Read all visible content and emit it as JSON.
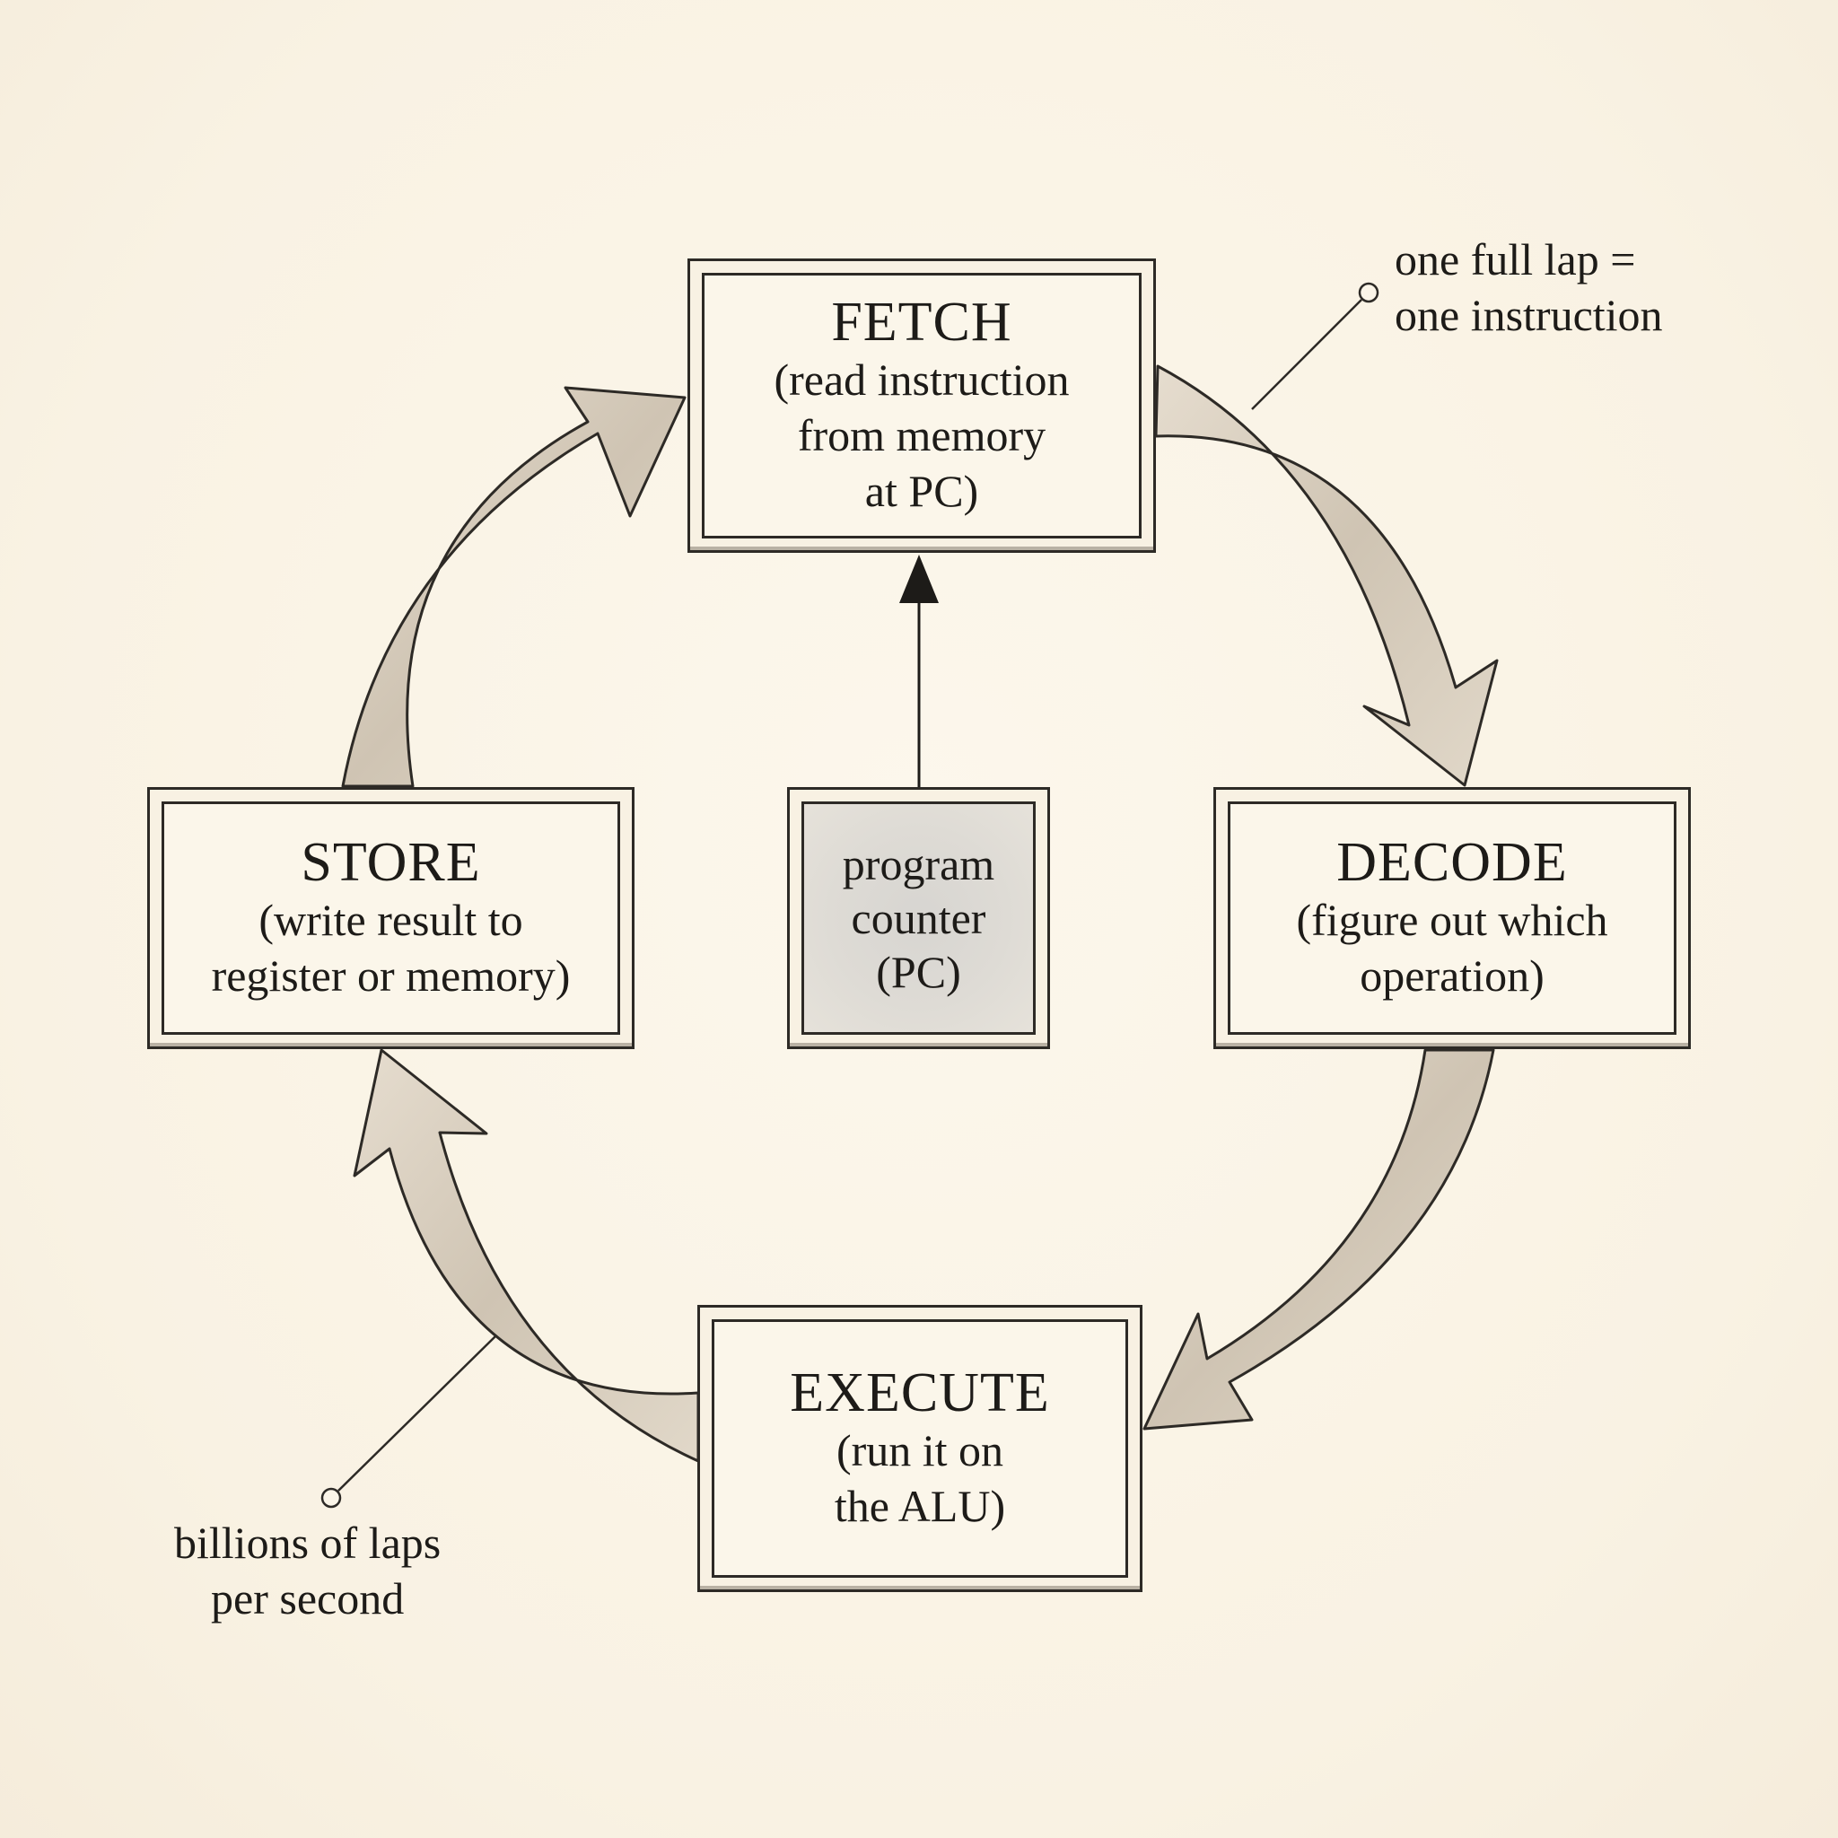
{
  "nodes": {
    "fetch": {
      "title": "FETCH",
      "lines": [
        "(read instruction",
        "from memory",
        "at PC)"
      ]
    },
    "decode": {
      "title": "DECODE",
      "lines": [
        "(figure out which",
        "operation)"
      ]
    },
    "execute": {
      "title": "EXECUTE",
      "lines": [
        "(run it on",
        "the ALU)"
      ]
    },
    "store": {
      "title": "STORE",
      "lines": [
        "(write result to",
        "register or memory)"
      ]
    },
    "pc": {
      "lines": [
        "program",
        "counter",
        "(PC)"
      ]
    }
  },
  "annotations": {
    "lap": [
      "one full lap =",
      "one instruction"
    ],
    "speed": [
      "billions of laps",
      "per second"
    ]
  },
  "colors": {
    "background": "#fbf5e8",
    "ink": "#2d2a26",
    "arrow_fill": "#d9cfbf",
    "pc_fill": "#d9d7d2"
  }
}
